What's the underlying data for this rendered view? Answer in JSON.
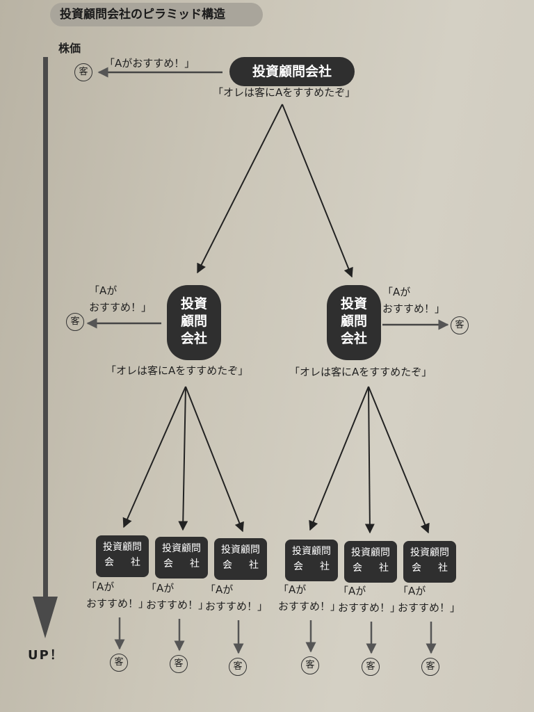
{
  "title": "投資顧問会社のピラミッド構造",
  "axis": {
    "top_label": "株価",
    "bottom_label": "UP！"
  },
  "customer_label": "客",
  "top": {
    "node_label": "投資顧問会社",
    "recommend_quote": "「Aがおすすめ！」",
    "claim_quote": "「オレは客にAをすすめたぞ」"
  },
  "middle": {
    "node_lines": [
      "投資",
      "顧問",
      "会社"
    ],
    "recommend_lines": [
      "「Aが",
      "おすすめ！」"
    ],
    "claim_quote": "「オレは客にAをすすめたぞ」"
  },
  "bottom": {
    "node_line1": "投資顧問",
    "node_line2": [
      "会",
      "社"
    ],
    "recommend_lines": [
      "「Aが",
      "おすすめ！」"
    ]
  },
  "colors": {
    "node_fill": "#2f2f2f",
    "node_text": "#ffffff",
    "arrow": "#222222",
    "axis_arrow": "#4a4a4a"
  }
}
